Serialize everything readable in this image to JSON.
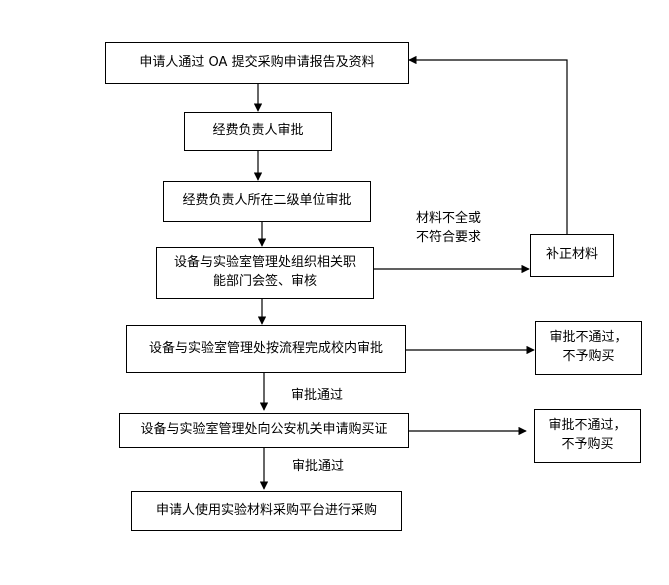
{
  "flowchart": {
    "steps": [
      "申请人通过 OA 提交采购申请报告及资料",
      "经费负责人审批",
      "经费负责人所在二级单位审批",
      [
        "设备与实验室管理处组织相关职",
        "能部门会签、审核"
      ],
      "设备与实验室管理处按流程完成校内审批",
      "设备与实验室管理处向公安机关申请购买证",
      "申请人使用实验材料采购平台进行采购"
    ],
    "side_boxes": {
      "supplement": "补正材料",
      "reject_1": [
        "审批不通过，",
        "不予购买"
      ],
      "reject_2": [
        "审批不通过，",
        "不予购买"
      ]
    },
    "edge_labels": {
      "incomplete": [
        "材料不全或",
        "不符合要求"
      ],
      "approved_1": "审批通过",
      "approved_2": "审批通过"
    }
  }
}
